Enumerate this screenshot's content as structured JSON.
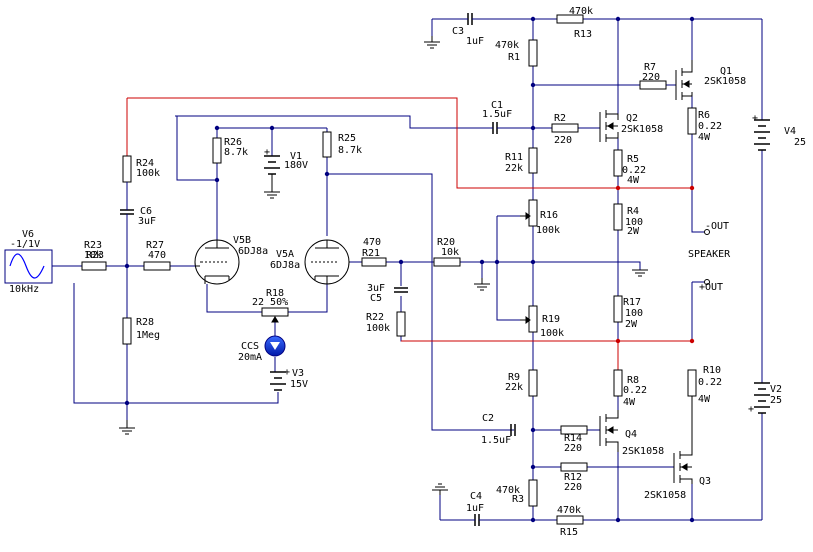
{
  "colors": {
    "wire": "#000080",
    "red_wire": "#cc0000",
    "ground_wire": "#000000",
    "component": "#000000",
    "accent_blue": "#0000ff"
  },
  "parts": {
    "V6": {
      "ref": "V6",
      "value": "-1/1V",
      "freq": "10kHz"
    },
    "R23": {
      "ref": "R23",
      "value": "10k"
    },
    "R27": {
      "ref": "R27",
      "value": "470"
    },
    "R24": {
      "ref": "R24",
      "value": "100k"
    },
    "C6": {
      "ref": "C6",
      "value": "3uF"
    },
    "R28": {
      "ref": "R28",
      "value": "1Meg"
    },
    "R26": {
      "ref": "R26",
      "value": "8.7k"
    },
    "V1": {
      "ref": "V1",
      "value": "180V"
    },
    "R25": {
      "ref": "R25",
      "value": "8.7k"
    },
    "V5B": {
      "ref": "V5B",
      "value": "6DJ8a"
    },
    "V5A": {
      "ref": "V5A",
      "value": "6DJ8a"
    },
    "R18": {
      "ref": "R18",
      "value": "22 50%"
    },
    "CCS": {
      "ref": "CCS",
      "value": "20mA"
    },
    "V3": {
      "ref": "V3",
      "value": "15V"
    },
    "R21": {
      "ref": "R21",
      "value": "470"
    },
    "C5": {
      "ref": "C5",
      "value": "3uF"
    },
    "R22": {
      "ref": "R22",
      "value": "100k"
    },
    "R20": {
      "ref": "R20",
      "value": "10k"
    },
    "C3": {
      "ref": "C3",
      "value": "1uF"
    },
    "R13": {
      "ref": "R13",
      "value": "470k"
    },
    "R1": {
      "ref": "R1",
      "value": "470k"
    },
    "C1": {
      "ref": "C1",
      "value": "1.5uF"
    },
    "R2": {
      "ref": "R2",
      "value": "220"
    },
    "R11": {
      "ref": "R11",
      "value": "22k"
    },
    "R16": {
      "ref": "R16",
      "value": "100k"
    },
    "R19": {
      "ref": "R19",
      "value": "100k"
    },
    "R9": {
      "ref": "R9",
      "value": "22k"
    },
    "C2": {
      "ref": "C2",
      "value": "1.5uF"
    },
    "R3": {
      "ref": "R3",
      "value": "470k"
    },
    "C4": {
      "ref": "C4",
      "value": "1uF"
    },
    "R15": {
      "ref": "R15",
      "value": "470k"
    },
    "R7": {
      "ref": "R7",
      "value": "220"
    },
    "Q1": {
      "ref": "Q1",
      "value": "2SK1058"
    },
    "Q2": {
      "ref": "Q2",
      "value": "2SK1058"
    },
    "R6": {
      "ref": "R6",
      "value": "0.22",
      "power": "4W"
    },
    "R5": {
      "ref": "R5",
      "value": "0.22",
      "power": "4W"
    },
    "R4": {
      "ref": "R4",
      "value": "100",
      "power": "2W"
    },
    "R17": {
      "ref": "R17",
      "value": "100",
      "power": "2W"
    },
    "R8": {
      "ref": "R8",
      "value": "0.22",
      "power": "4W"
    },
    "R10": {
      "ref": "R10",
      "value": "0.22",
      "power": "4W"
    },
    "R14": {
      "ref": "R14",
      "value": "220"
    },
    "Q4": {
      "ref": "Q4",
      "value": "2SK1058"
    },
    "R12": {
      "ref": "R12",
      "value": "220"
    },
    "Q3": {
      "ref": "Q3",
      "value": "2SK1058"
    },
    "V4": {
      "ref": "V4",
      "value": "25"
    },
    "V2": {
      "ref": "V2",
      "value": "25"
    }
  },
  "outputs": {
    "minus_out": "-OUT",
    "plus_out": "+OUT",
    "speaker": "SPEAKER"
  },
  "symbols": {
    "plus": "+"
  }
}
